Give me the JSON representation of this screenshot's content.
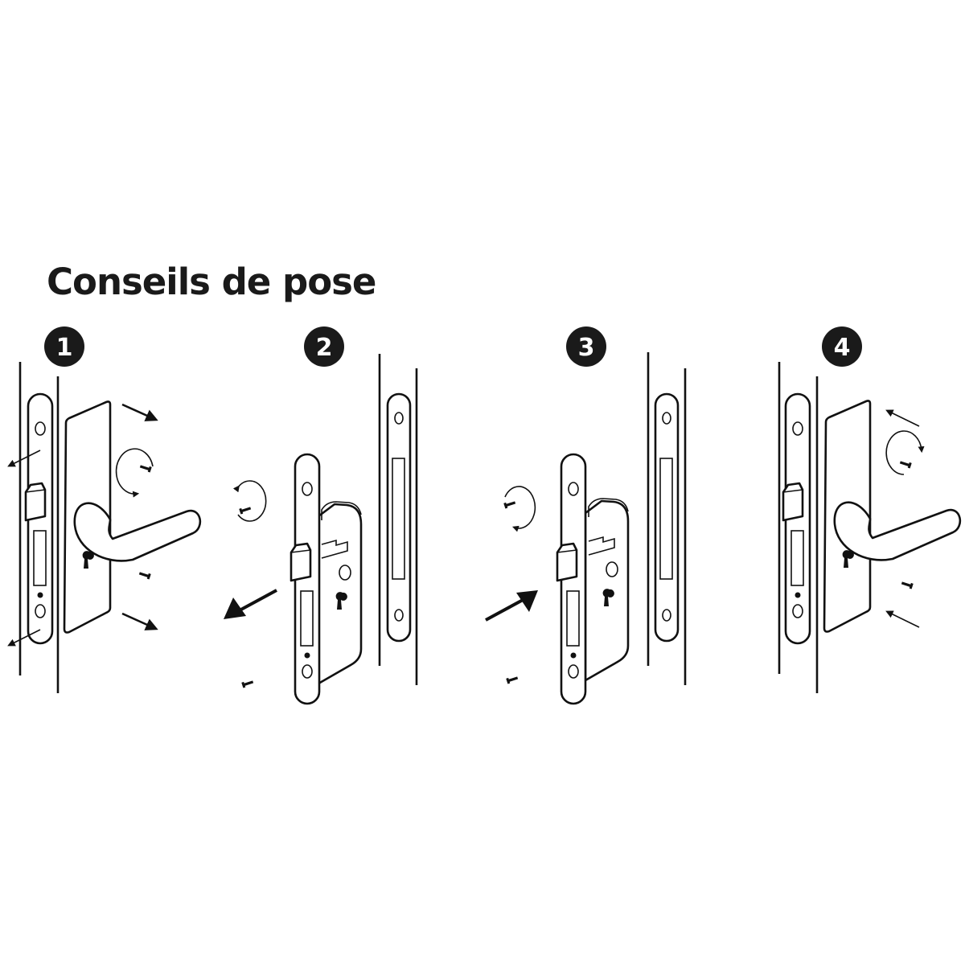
{
  "title": "Conseils de pose",
  "steps": [
    {
      "number": "1"
    },
    {
      "number": "2"
    },
    {
      "number": "3"
    },
    {
      "number": "4"
    }
  ],
  "colors": {
    "ink": "#111111",
    "background": "#ffffff"
  }
}
